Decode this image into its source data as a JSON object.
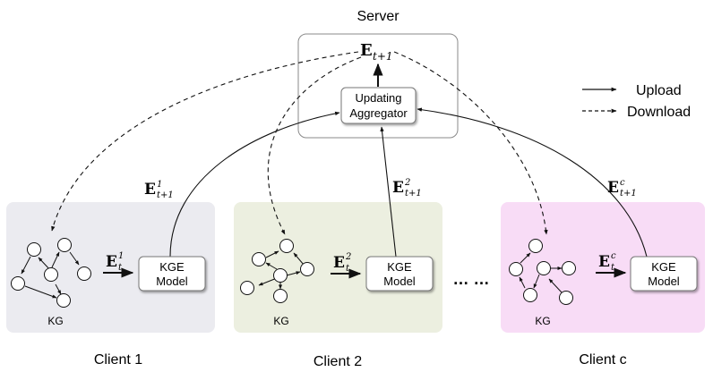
{
  "server": {
    "title": "Server",
    "embedding": {
      "base": "E",
      "sub": "t+1",
      "sup": ""
    },
    "aggregator": {
      "line1": "Updating",
      "line2": "Aggregator"
    }
  },
  "legend": {
    "upload": "Upload",
    "download": "Download"
  },
  "clients": [
    {
      "name": "Client 1",
      "bg_color": "#ebebf0",
      "kg_label": "KG",
      "model": {
        "line1": "KGE",
        "line2": "Model"
      },
      "local_embedding": {
        "base": "E",
        "sub": "t",
        "sup": "1"
      },
      "upload_embedding": {
        "base": "E",
        "sub": "t+1",
        "sup": "1"
      }
    },
    {
      "name": "Client 2",
      "bg_color": "#ecefe0",
      "kg_label": "KG",
      "model": {
        "line1": "KGE",
        "line2": "Model"
      },
      "local_embedding": {
        "base": "E",
        "sub": "t",
        "sup": "2"
      },
      "upload_embedding": {
        "base": "E",
        "sub": "t+1",
        "sup": "2"
      }
    },
    {
      "name": "Client c",
      "bg_color": "#f8dcf6",
      "kg_label": "KG",
      "model": {
        "line1": "KGE",
        "line2": "Model"
      },
      "local_embedding": {
        "base": "E",
        "sub": "t",
        "sup": "c"
      },
      "upload_embedding": {
        "base": "E",
        "sub": "t+1",
        "sup": "c"
      }
    }
  ],
  "ellipsis": "… …"
}
